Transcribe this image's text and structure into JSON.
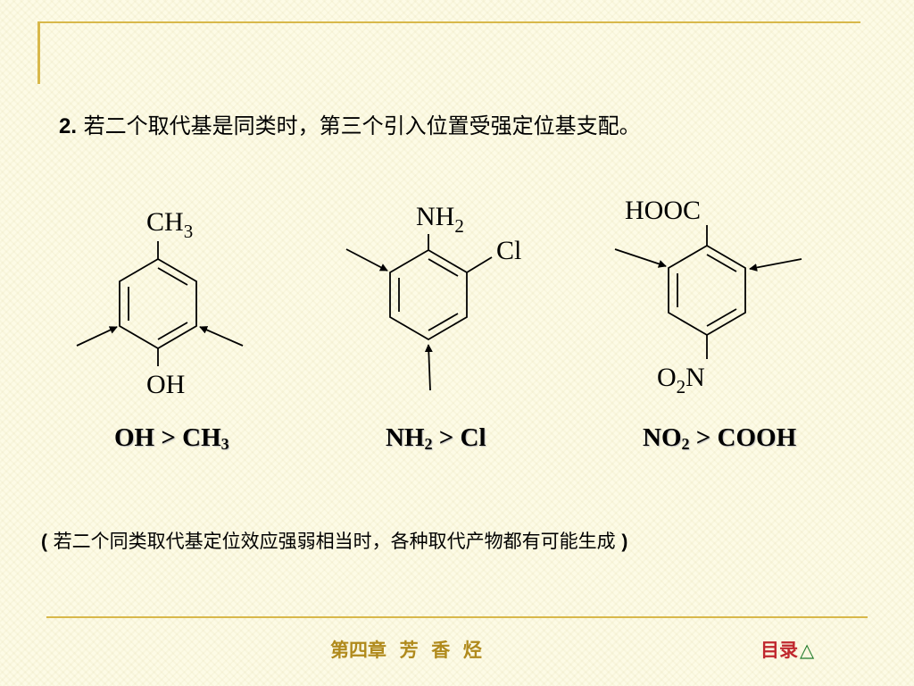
{
  "heading": {
    "number": "2.",
    "text": " 若二个取代基是同类时，第三个引入位置受强定位基支配。"
  },
  "molecules": {
    "m1": {
      "top": "CH",
      "top_sub": "3",
      "bottom": "OH"
    },
    "m2": {
      "top": "NH",
      "top_sub": "2",
      "side": "Cl"
    },
    "m3": {
      "top": "HOOC",
      "bottom_a": "O",
      "bottom_sub": "2",
      "bottom_b": "N"
    }
  },
  "rules": {
    "r1": {
      "a": "OH > CH",
      "a_sub": "3"
    },
    "r2": {
      "a": "NH",
      "a_sub": "2",
      "b": " > Cl"
    },
    "r3": {
      "a": "NO",
      "a_sub": "2",
      "b": " > COOH"
    }
  },
  "note": {
    "open": "(",
    "text": " 若二个同类取代基定位效应强弱相当时，各种取代产物都有可能生成 ",
    "close": ")"
  },
  "footer": {
    "chapter": "第四章  芳  香  烃",
    "toc": "目录",
    "toc_icon": "△"
  }
}
